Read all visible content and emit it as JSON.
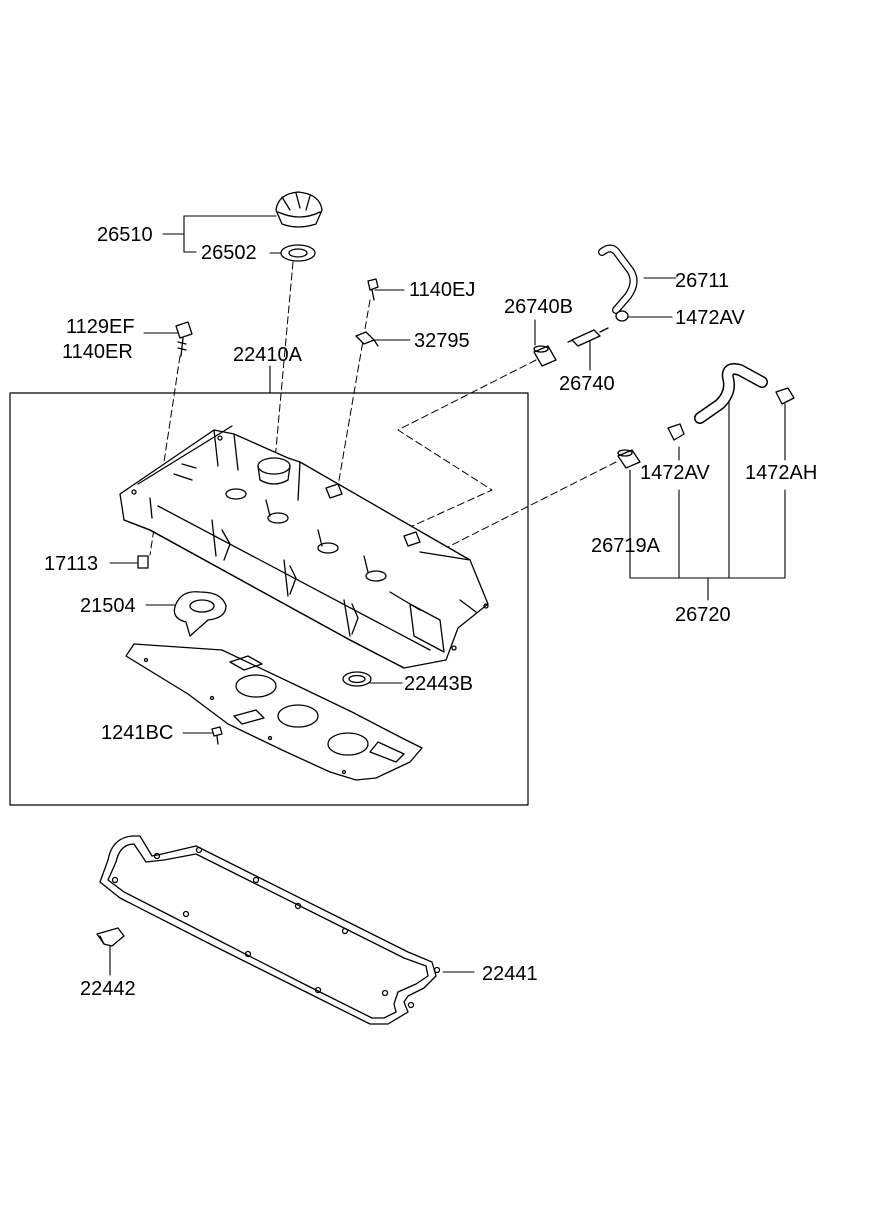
{
  "parts": {
    "p26510": "26510",
    "p26502": "26502",
    "p1140EJ": "1140EJ",
    "p1129EF": "1129EF",
    "p1140ER": "1140ER",
    "p22410A": "22410A",
    "p32795": "32795",
    "p26740B": "26740B",
    "p26740": "26740",
    "p26711": "26711",
    "p1472AV_top": "1472AV",
    "p1472AV_mid": "1472AV",
    "p1472AH": "1472AH",
    "p26719A": "26719A",
    "p26720": "26720",
    "p17113": "17113",
    "p21504": "21504",
    "p22443B": "22443B",
    "p1241BC": "1241BC",
    "p22441": "22441",
    "p22442": "22442"
  }
}
